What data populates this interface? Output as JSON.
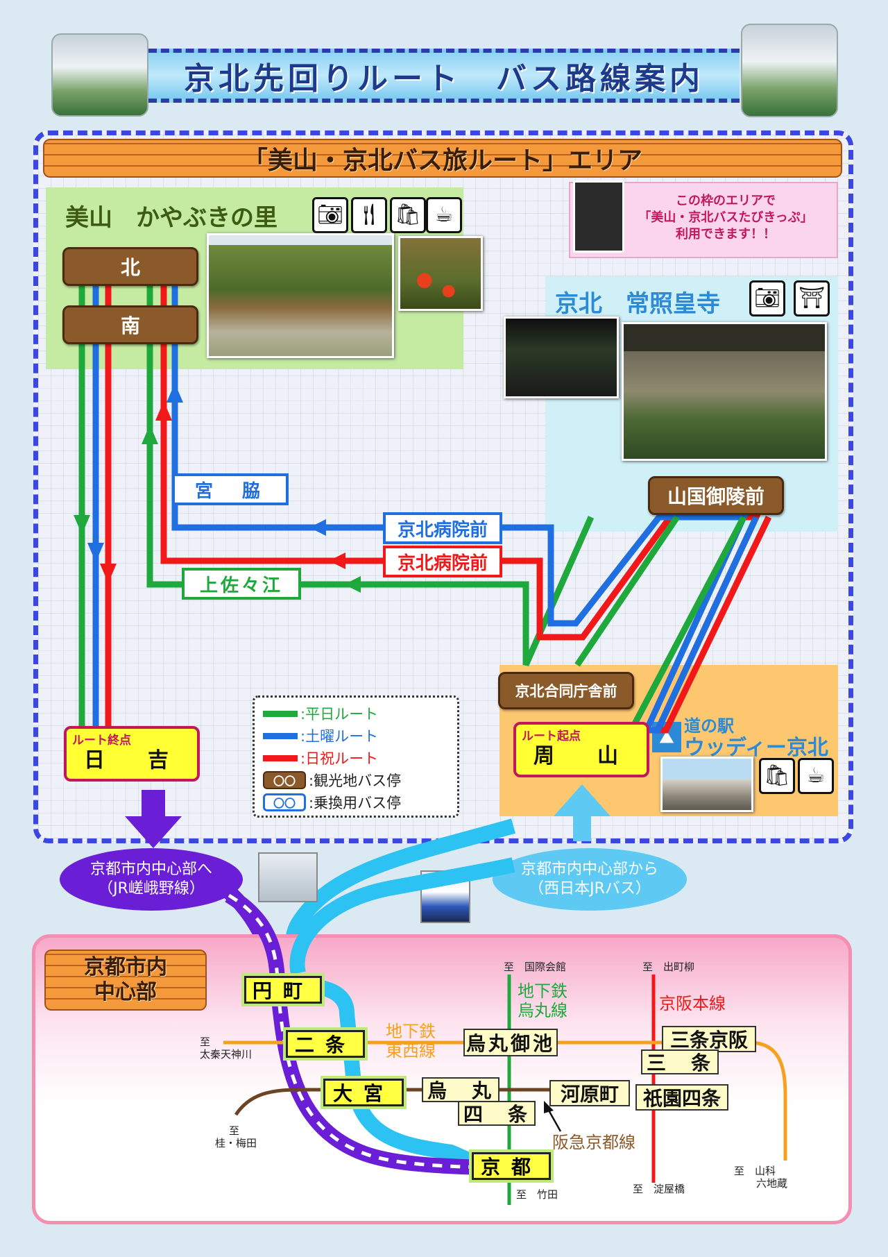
{
  "header": {
    "title": "京北先回りルート　バス路線案内"
  },
  "area_banner": {
    "title": "「美山・京北バス旅ルート」エリア"
  },
  "note": {
    "line1": "この枠のエリアで",
    "line2": "「美山・京北バスたびきっぷ」",
    "line3": "利用できます！！"
  },
  "miyama": {
    "title": "美山　かやぶきの里",
    "icons": [
      "camera-icon",
      "restaurant-icon",
      "shopping-icon",
      "cafe-icon"
    ],
    "stop_north": "北",
    "stop_south": "南"
  },
  "jyoshoko": {
    "title": "京北　常照皇寺",
    "icons": [
      "camera-icon",
      "temple-icon"
    ],
    "stop": "山国御陵前"
  },
  "stops": {
    "miyawaki": "宮　脇",
    "hospital_sat": "京北病院前",
    "hospital_hol": "京北病院前",
    "kamisasae": "上佐々江",
    "government": "京北合同庁舎前"
  },
  "endpoints": {
    "end_label": "ルート終点",
    "end_name": "日　吉",
    "start_label": "ルート起点",
    "start_name": "周　山"
  },
  "michinoeki": {
    "line1": "道の駅",
    "line2": "ウッディー京北",
    "icons": [
      "shopping-icon",
      "cafe-icon"
    ]
  },
  "legend": {
    "weekday": ":平日ルート",
    "saturday": ":土曜ルート",
    "holiday": ":日祝ルート",
    "tourist_chip": "〇〇",
    "tourist": ":観光地バス停",
    "transfer_chip": "〇〇",
    "transfer": ":乗換用バス停"
  },
  "colors": {
    "weekday": "#1fa83c",
    "saturday": "#1f6fe0",
    "holiday": "#f01818",
    "jr": "#6a1fd6",
    "bus": "#2cc2f2"
  },
  "transfer": {
    "to_city_1": "京都市内中心部へ",
    "to_city_2": "（JR嵯峨野線）",
    "from_city_1": "京都市内中心部から",
    "from_city_2": "（西日本JRバス）"
  },
  "city": {
    "title_1": "京都市内",
    "title_2": "中心部",
    "stations": {
      "enmachi": "円町",
      "nijo": "二条",
      "omiya": "大宮",
      "kyoto": "京都",
      "karasuma_oike": "烏丸御池",
      "karasuma": "烏　丸",
      "shijo": "四　条",
      "kawaramachi": "河原町",
      "sanjo_keihan": "三条京阪",
      "sanjo": "三　条",
      "gion_shijo": "祇園四条"
    },
    "lines": {
      "subway_karasuma_1": "地下鉄",
      "subway_karasuma_2": "烏丸線",
      "subway_tozai_1": "地下鉄",
      "subway_tozai_2": "東西線",
      "keihan": "京阪本線",
      "hankyu": "阪急京都線"
    },
    "directions": {
      "kokusai": "至　国際会館",
      "demachi": "至　出町柳",
      "uzumasa_1": "至",
      "uzumasa_2": "太秦天神川",
      "katsura_1": "至",
      "katsura_2": "桂・梅田",
      "takeda": "至　竹田",
      "yodoyabashi": "至　淀屋橋",
      "yamashina_1": "至　山科",
      "yamashina_2": "六地蔵"
    }
  }
}
